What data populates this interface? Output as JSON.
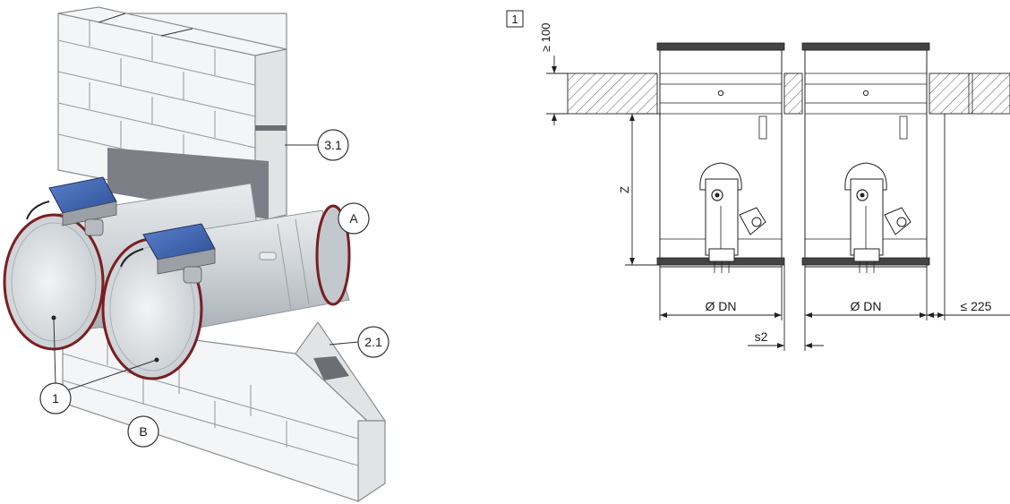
{
  "callouts": {
    "c31": "3.1",
    "cA": "A",
    "c21": "2.1",
    "c1": "1",
    "cB": "B"
  },
  "drawing": {
    "detail_number": "1",
    "dim_top": "≥ 100",
    "dim_z": "Z",
    "dim_dn_left": "Ø DN",
    "dim_dn_right": "Ø DN",
    "dim_side": "≤ 225",
    "dim_gap": "s2"
  },
  "colors": {
    "actuator_blue": "#3d64b0",
    "duct_grey": "#cdd2d6",
    "gasket_red": "#7a1e22",
    "mortar_dark": "#5f6266"
  }
}
